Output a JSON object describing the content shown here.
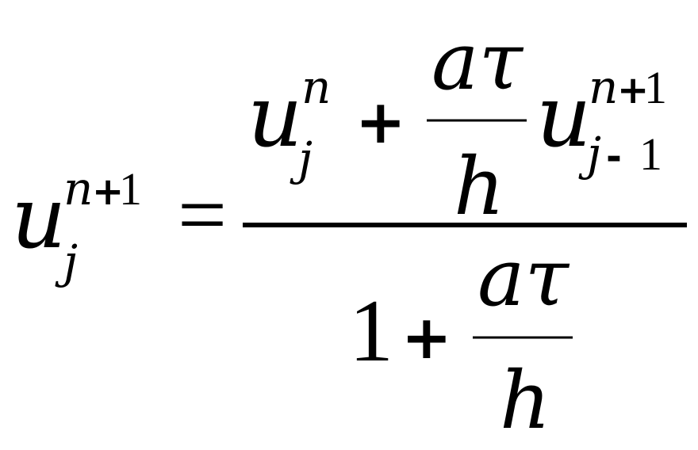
{
  "formula": {
    "lhs": {
      "base": "u",
      "superscript": "n+1",
      "subscript": "j"
    },
    "equals": "=",
    "numerator": {
      "term1": {
        "base": "u",
        "superscript": "n",
        "subscript": "j"
      },
      "plus": "+",
      "coef_numerator": "aτ",
      "coef_denominator": "h",
      "term2": {
        "base": "u",
        "superscript": "n+1",
        "subscript": "j-1"
      }
    },
    "denominator": {
      "one": "1",
      "plus": "+",
      "coef_numerator": "aτ",
      "coef_denominator": "h"
    }
  }
}
